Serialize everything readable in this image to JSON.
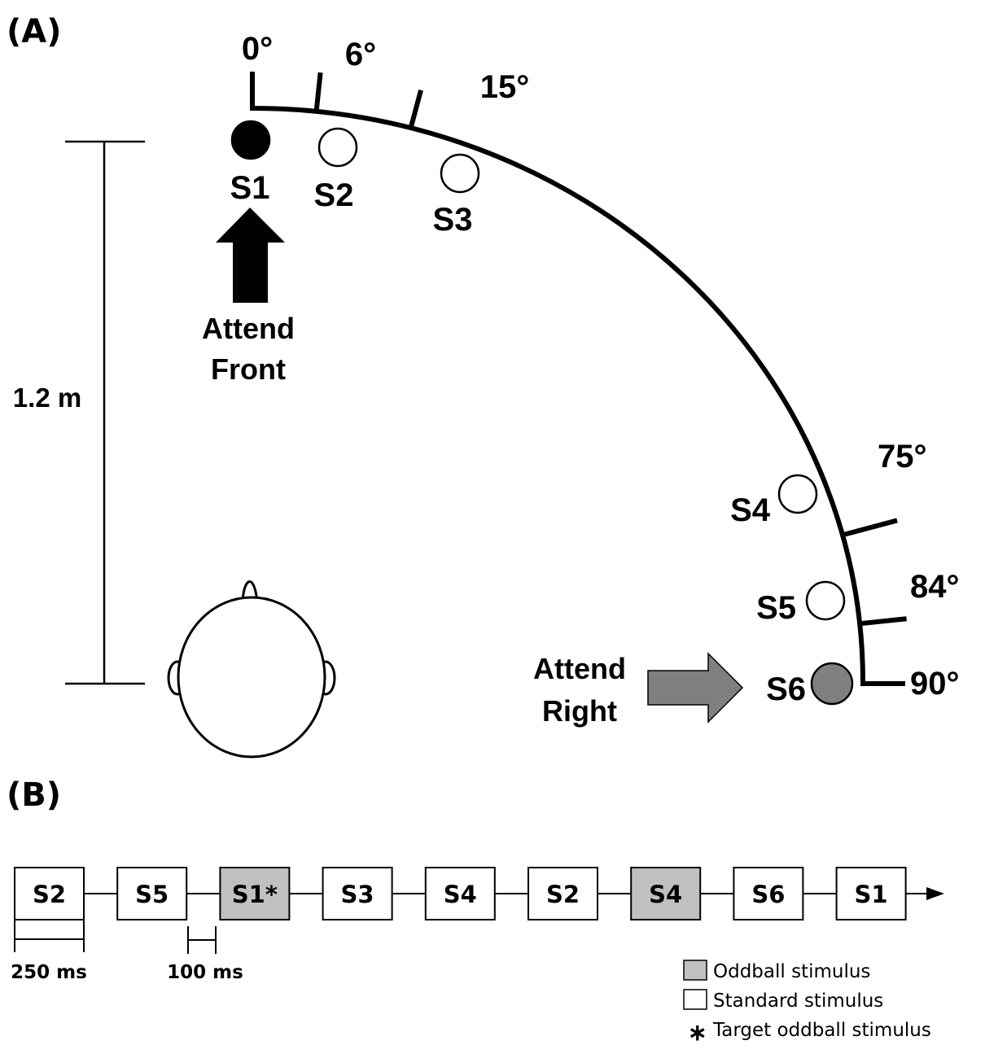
{
  "panel_a": {
    "label": "(A)",
    "distance_label": "1.2 m",
    "angles": [
      {
        "label": "0°",
        "deg": 0
      },
      {
        "label": "6°",
        "deg": 6
      },
      {
        "label": "15°",
        "deg": 15
      },
      {
        "label": "75°",
        "deg": 75
      },
      {
        "label": "84°",
        "deg": 84
      },
      {
        "label": "90°",
        "deg": 90
      }
    ],
    "speakers": [
      {
        "label": "S1",
        "deg": 0,
        "fill": "#000000"
      },
      {
        "label": "S2",
        "deg": 6,
        "fill": "#ffffff"
      },
      {
        "label": "S3",
        "deg": 15,
        "fill": "#ffffff"
      },
      {
        "label": "S4",
        "deg": 75,
        "fill": "#ffffff"
      },
      {
        "label": "S5",
        "deg": 84,
        "fill": "#ffffff"
      },
      {
        "label": "S6",
        "deg": 90,
        "fill": "#808080"
      }
    ],
    "attend_front": {
      "line1": "Attend",
      "line2": "Front",
      "color": "#000000"
    },
    "attend_right": {
      "line1": "Attend",
      "line2": "Right",
      "color": "#7f7f7f"
    }
  },
  "panel_b": {
    "label": "(B)",
    "sequence": [
      {
        "label": "S2",
        "type": "standard"
      },
      {
        "label": "S5",
        "type": "standard"
      },
      {
        "label": "S1*",
        "type": "oddball"
      },
      {
        "label": "S3",
        "type": "standard"
      },
      {
        "label": "S4",
        "type": "standard"
      },
      {
        "label": "S2",
        "type": "standard"
      },
      {
        "label": "S4",
        "type": "oddball"
      },
      {
        "label": "S6",
        "type": "standard"
      },
      {
        "label": "S1",
        "type": "standard"
      }
    ],
    "duration_label": "250 ms",
    "gap_label": "100 ms",
    "oddball_color": "#c0c0c0",
    "legend": [
      {
        "symbol": "box-gray",
        "text": "Oddball stimulus"
      },
      {
        "symbol": "box-white",
        "text": "Standard stimulus"
      },
      {
        "symbol": "asterisk",
        "text": "Target oddball stimulus"
      }
    ]
  }
}
